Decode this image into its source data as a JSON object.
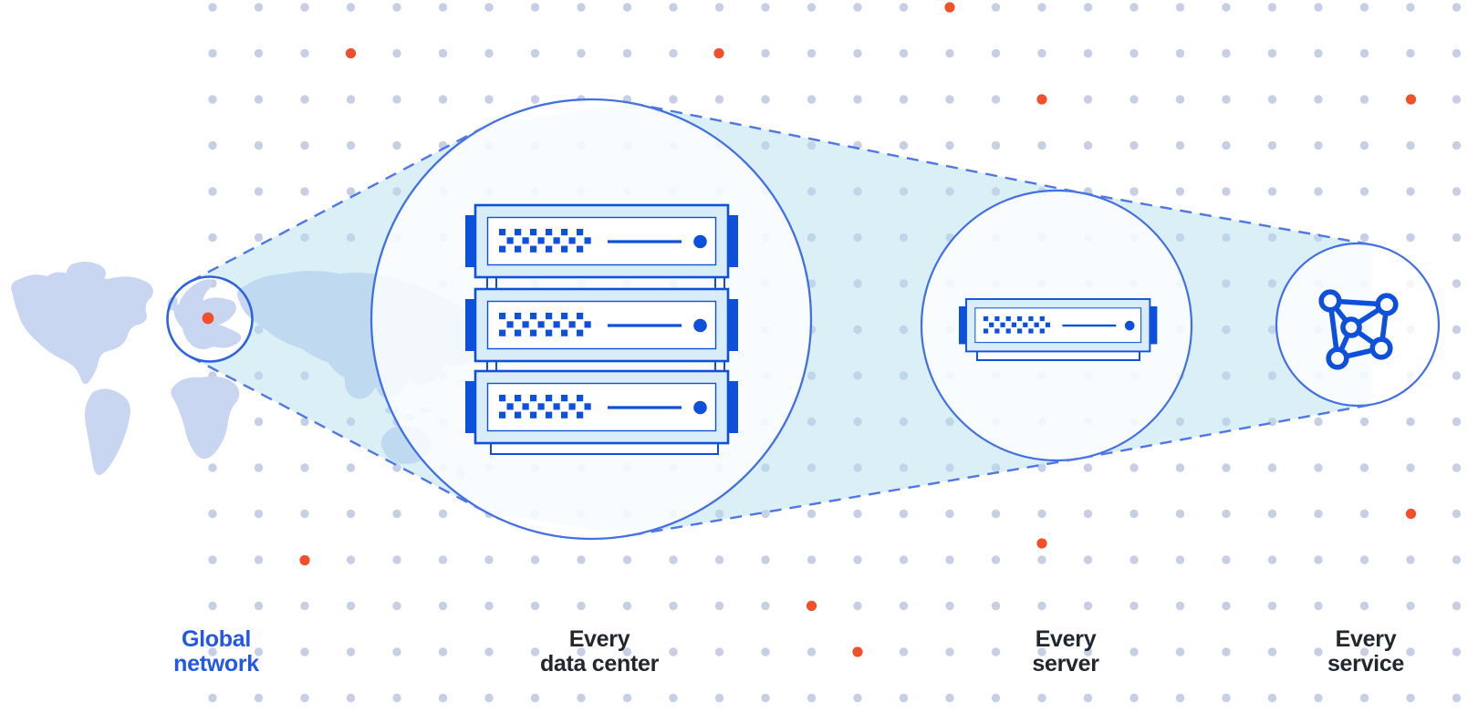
{
  "figure": {
    "title": "Global network zoom diagram",
    "captions": {
      "global_network": {
        "line1": "Global",
        "line2": "network"
      },
      "every_data_center": {
        "line1": "Every",
        "line2": "data center"
      },
      "every_server": {
        "line1": "Every",
        "line2": "server"
      },
      "every_service": {
        "line1": "Every",
        "line2": "service"
      }
    },
    "colors": {
      "background": "#ffffff",
      "accent_blue": "#0d50dc",
      "circle_stroke_blue": "#4170e4",
      "dashed_line_blue": "#5076e6",
      "caption_blue": "#2457e6",
      "caption_dark": "#22262d",
      "beam_cyan": "#dbeff7",
      "server_fill": "#d9edf8",
      "map_fill": "#c9d6f2",
      "grid_dot_gray": "#c7cfe5",
      "accent_orange": "#f1502a"
    },
    "icons": {
      "map": "world-map",
      "marker": "location-dot-icon",
      "rack": "server-rack-icon",
      "server": "server-icon",
      "mesh": "network-mesh-icon"
    }
  }
}
